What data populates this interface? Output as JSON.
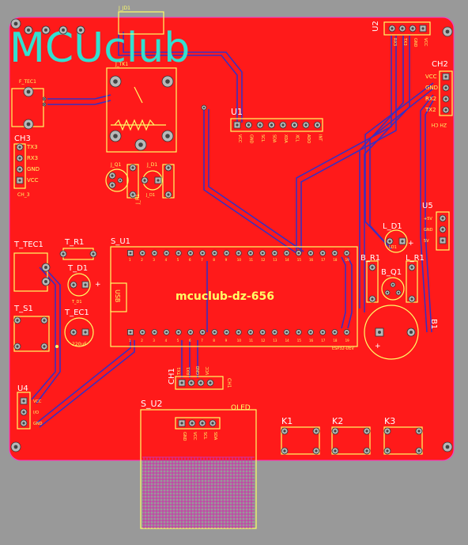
{
  "colors": {
    "background": "#999999",
    "board": "#ff1a1a",
    "trace": "#3b2fbf",
    "silkscreen": "#ffff66",
    "pad": "#b8b8b8",
    "logo": "#33e0d0",
    "outline": "#ff33cc"
  },
  "logo": "MCUclub",
  "board_title": "mcuclub-dz-656",
  "components": {
    "j_jd1": "J_JD1",
    "j_tk1": "J_TK1",
    "f_tec1": "F_TEC1",
    "u1": "U1",
    "u1_pins": [
      "VCC",
      "GND",
      "SCL",
      "SDA",
      "XDA",
      "XCL",
      "ADO",
      "INT"
    ],
    "u2": "U2",
    "u2_pins": [
      "VCC",
      "GND",
      "TX3",
      "RX3"
    ],
    "ch2": "CH2",
    "ch2_pins": [
      "VCC",
      "GND",
      "RX2",
      "TX2"
    ],
    "ch2_sub": "ZH CH",
    "ch3": "CH3",
    "ch3_pins": [
      "TX3",
      "RX3",
      "GND",
      "VCC"
    ],
    "ch3_sub": "CH_3",
    "j_q1": "J_Q1",
    "j_r1": "J_R1",
    "j_d1": "J_D1",
    "j_d1_val": "J_D1",
    "u5": "U5",
    "u5_pins": [
      "+5V",
      "GND",
      "5V"
    ],
    "l_d1": "L_D1",
    "l_d1_val": "LD1",
    "b_r1": "B_R1",
    "b_q1": "B_Q1",
    "l_r1": "L_R1",
    "b1": "B1",
    "t_tec1": "T_TEC1",
    "t_r1": "T_R1",
    "t_d1": "T_D1",
    "t_d1_val": "T_D1",
    "t_s1": "T_S1",
    "t_ec1": "T_EC1",
    "t_ec1_val": "220uF",
    "s_u1": "S_U1",
    "usb": "USB",
    "s_u1_bottom": "ESP32-DEV",
    "ch1": "CH1",
    "ch1_pins": [
      "TX1",
      "RX1",
      "GND",
      "VCC"
    ],
    "ch1_sub": "CH1",
    "u4": "U4",
    "u4_pins": [
      "VCC",
      "I/O",
      "GND"
    ],
    "s_u2": "S_U2",
    "oled": "OLED",
    "oled_pins": [
      "GND",
      "VCC",
      "SCL",
      "SDA"
    ],
    "k1": "K1",
    "k2": "K2",
    "k3": "K3"
  }
}
